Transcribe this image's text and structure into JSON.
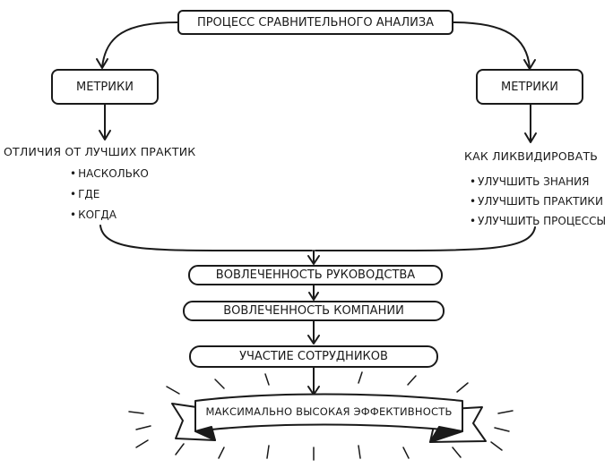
{
  "title": "Процесс сравнительного анализа",
  "left": {
    "box": "Метрики",
    "heading": "Отличия от лучших практик",
    "bullets": [
      "насколько",
      "где",
      "когда"
    ]
  },
  "right": {
    "box": "Метрики",
    "heading": "Как ликвидировать",
    "bullets": [
      "улучшить знания",
      "улучшить практики",
      "улучшить процессы"
    ]
  },
  "steps": [
    "Вовлеченность руководства",
    "Вовлеченность компании",
    "Участие сотрудников"
  ],
  "result": "Максимально высокая эффективность",
  "colors": {
    "ink": "#1a1a1a",
    "background": "#ffffff"
  }
}
